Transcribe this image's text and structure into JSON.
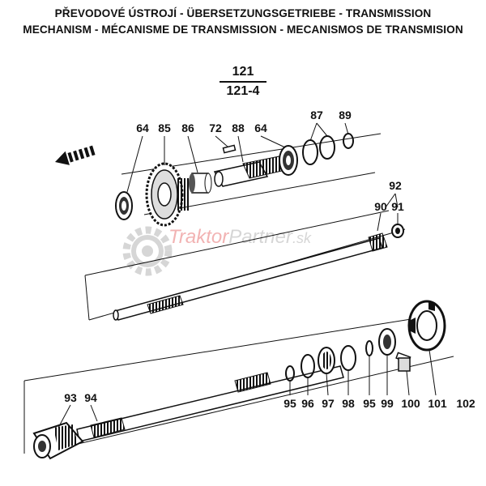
{
  "header": {
    "line1": "PŘEVODOVÉ ÚSTROJÍ - ÜBERSETZUNGSGETRIEBE - TRANSMISSION",
    "line2": "MECHANISM - MÉCANISME DE TRANSMISSION - MECANISMOS DE TRANSMISION"
  },
  "model": {
    "top": "121",
    "bottom": "121-4"
  },
  "watermark": {
    "brand_a": "Traktor",
    "brand_b": "Partner",
    "suffix": ".sk"
  },
  "colors": {
    "ink": "#111111",
    "watermark_red": "#f2b3b3",
    "watermark_grey": "#d6d6d6"
  },
  "callouts": {
    "c64a": "64",
    "c85": "85",
    "c86": "86",
    "c72": "72",
    "c88": "88",
    "c64b": "64",
    "c87": "87",
    "c89": "89",
    "c92": "92",
    "c90": "90",
    "c91": "91",
    "c93": "93",
    "c94": "94",
    "c95a": "95",
    "c96": "96",
    "c97": "97",
    "c98": "98",
    "c95b": "95",
    "c99": "99",
    "c100": "100",
    "c101": "101",
    "c102": "102"
  }
}
